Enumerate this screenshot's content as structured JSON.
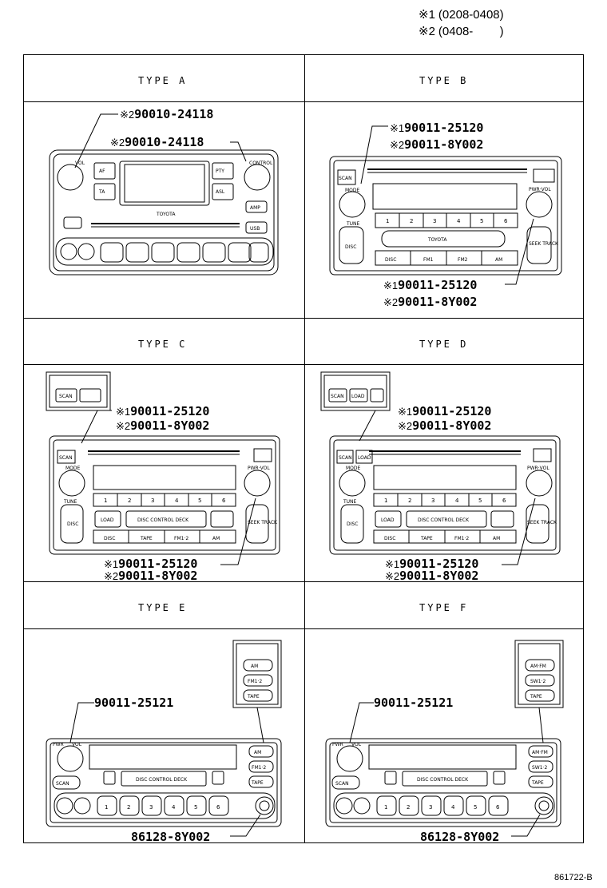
{
  "legend": [
    {
      "mark": "※1",
      "range": "(0208-0408)"
    },
    {
      "mark": "※2",
      "range": "(0408-        )"
    }
  ],
  "types": {
    "a": "TYPE A",
    "b": "TYPE B",
    "c": "TYPE C",
    "d": "TYPE D",
    "e": "TYPE E",
    "f": "TYPE F"
  },
  "parts": {
    "a_top": {
      "mark": "※2",
      "number": "90010-24118"
    },
    "a_mid": {
      "mark": "※2",
      "number": "90010-24118"
    },
    "b_top1": {
      "mark": "※1",
      "number": "90011-25120"
    },
    "b_top2": {
      "mark": "※2",
      "number": "90011-8Y002"
    },
    "b_bot1": {
      "mark": "※1",
      "number": "90011-25120"
    },
    "b_bot2": {
      "mark": "※2",
      "number": "90011-8Y002"
    },
    "c_top1": {
      "mark": "※1",
      "number": "90011-25120"
    },
    "c_top2": {
      "mark": "※2",
      "number": "90011-8Y002"
    },
    "c_bot1": {
      "mark": "※1",
      "number": "90011-25120"
    },
    "c_bot2": {
      "mark": "※2",
      "number": "90011-8Y002"
    },
    "d_top1": {
      "mark": "※1",
      "number": "90011-25120"
    },
    "d_top2": {
      "mark": "※2",
      "number": "90011-8Y002"
    },
    "d_bot1": {
      "mark": "※1",
      "number": "90011-25120"
    },
    "d_bot2": {
      "mark": "※2",
      "number": "90011-8Y002"
    },
    "e_top": {
      "number": "90011-25121"
    },
    "e_bot": {
      "number": "86128-8Y002"
    },
    "f_top": {
      "number": "90011-25121"
    },
    "f_bot": {
      "number": "86128-8Y002"
    }
  },
  "radio_labels": {
    "vol": "VOL",
    "control": "CONTROL",
    "af": "AF",
    "pty": "PTY",
    "ta": "TA",
    "asl": "ASL",
    "amp": "AMP",
    "usb": "USB",
    "scan": "SCAN",
    "mode": "MODE",
    "pwr_vol": "PWR·VOL",
    "tune": "TUNE",
    "disc": "DISC",
    "seek_track": "SEEK TRACK",
    "fm1": "FM1",
    "fm2": "FM2",
    "am": "AM",
    "tape": "TAPE",
    "load": "LOAD",
    "disc_control_deck": "DISC CONTROL DECK",
    "toyota": "TOYOTA",
    "fm12": "FM1·2",
    "amfm": "AM·FM",
    "sw12": "SW1·2",
    "pwr": "PWR",
    "presets": [
      "1",
      "2",
      "3",
      "4",
      "5",
      "6"
    ]
  },
  "footer": "861722-B"
}
